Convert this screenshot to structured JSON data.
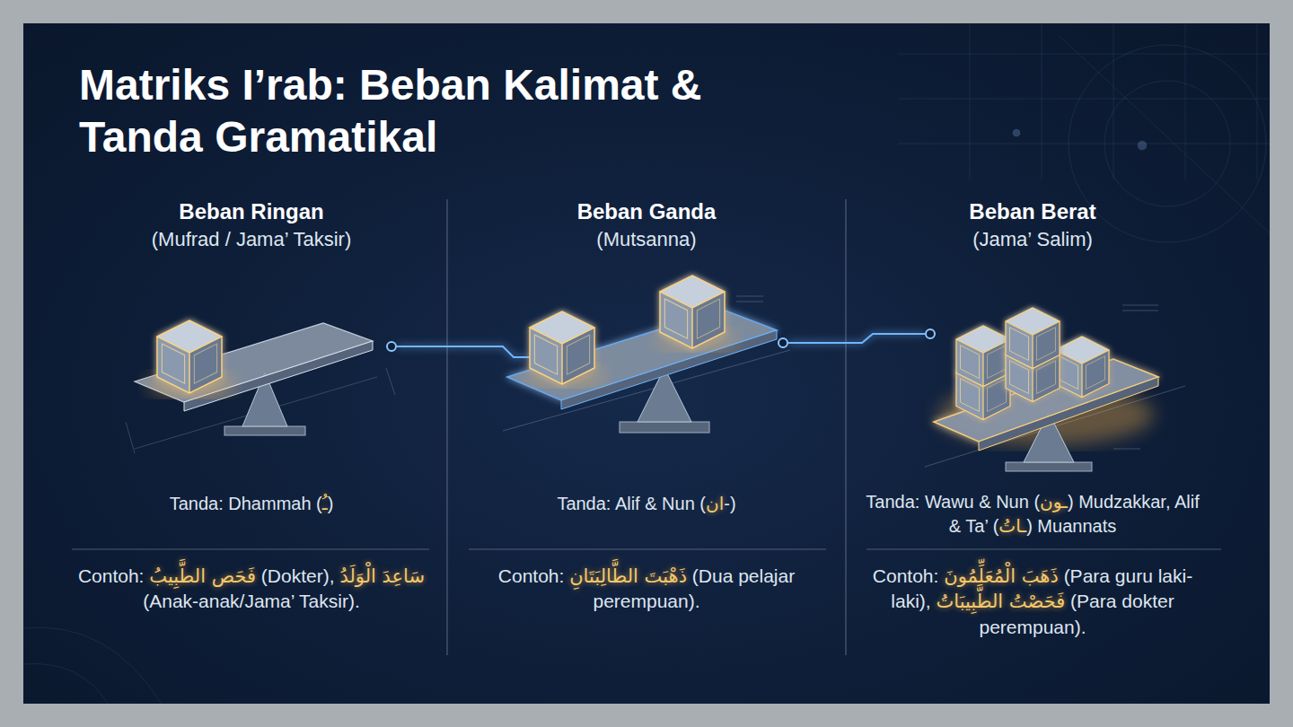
{
  "diagram": {
    "title": "Matriks I’rab: Beban Kalimat & Tanda Gramatikal",
    "labels": [
      "Beban Ringan",
      "(Mufrad / Jama’ Taksir)",
      "Tanda: Dhammah (ـُ)",
      "Contoh: فَحَص الطَّبِيبُ (Dokter), سَاعِدَ الْوَلَدُ (Anak-anak/Jama’ Taksir).",
      "Beban Ganda",
      "(Mutsanna)",
      "Tanda: Alif & Nun (ان-)",
      "Contoh: ذَهْبَتَ الطَّالِبَتَانِ (Dua pelajar perempuan).",
      "Beban Berat",
      "(Jama’ Salim)",
      "Tanda: Wawu & Nun (ـون) Mudzakkar, Alif & Ta’ (ـاتُ) Muannats",
      "Contoh: ذَهَبَ الْمُعَلِّمُونَ (Para guru laki-laki), فَحَصْتُ الطَّبِيبَاتُ (Para dokter perempuan)."
    ]
  }
}
